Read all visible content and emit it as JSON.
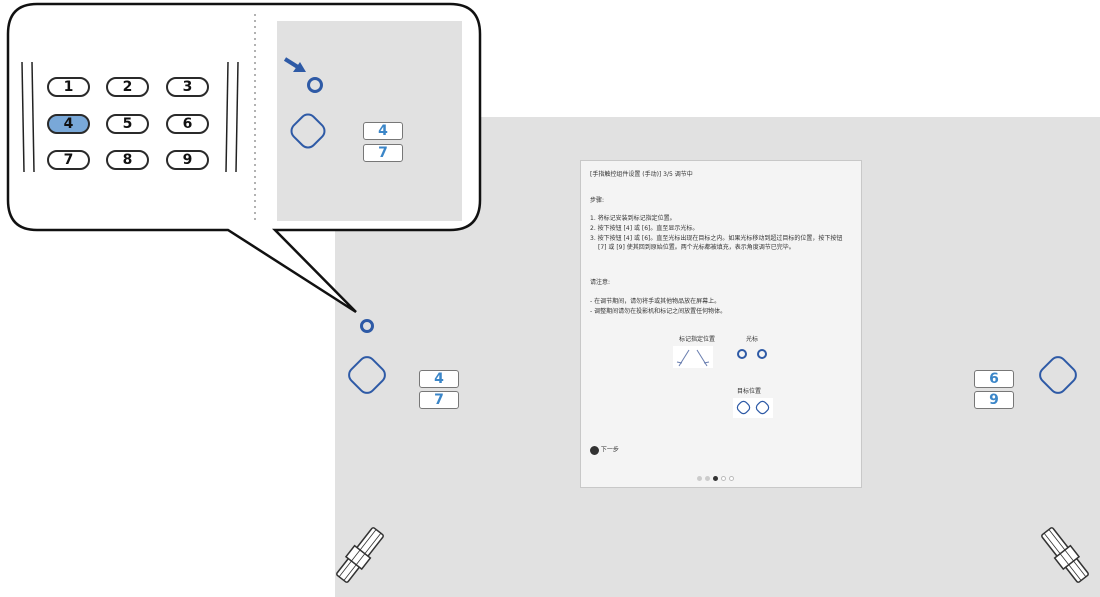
{
  "remote": {
    "keys": [
      {
        "label": "1",
        "active": false
      },
      {
        "label": "2",
        "active": false
      },
      {
        "label": "3",
        "active": false
      },
      {
        "label": "4",
        "active": true
      },
      {
        "label": "5",
        "active": false
      },
      {
        "label": "6",
        "active": false
      },
      {
        "label": "7",
        "active": false
      },
      {
        "label": "8",
        "active": false
      },
      {
        "label": "9",
        "active": false
      }
    ]
  },
  "screen_tags": {
    "zoom_top": "4",
    "zoom_bottom": "7",
    "left_top": "4",
    "left_bottom": "7",
    "right_top": "6",
    "right_bottom": "9"
  },
  "dialog": {
    "title": "[手指触控组件设置 (手动)] 3/5 调节中",
    "steps_heading": "步骤:",
    "steps": [
      "1. 将标记安装到标记指定位置。",
      "2. 按下按钮 [4] 或 [6]。直至显示光标。",
      "3. 按下按钮 [4] 或 [6]。直至光标出现在目标之内。如果光标移动到超过目标的位置，按下按钮 [7] 或 [9] 使其回到原始位置。两个光标都被填充，表示角度调节已完毕。"
    ],
    "notes_heading": "请注意:",
    "notes": [
      "- 在调节期间，请勿将手或其他物品放在屏幕上。",
      "- 调整期间请勿在投影机和标记之间放置任何物体。"
    ],
    "legend_marker": "标记指定位置",
    "legend_cursor": "光标",
    "legend_target": "目标位置",
    "next_label": "下一步",
    "pages": 5,
    "current_page": 3
  },
  "colors": {
    "screen_bg": "#e1e1e1",
    "accent_blue": "#2e5aa6",
    "key_highlight": "#79a8d8",
    "tag_text": "#3b86c8"
  }
}
